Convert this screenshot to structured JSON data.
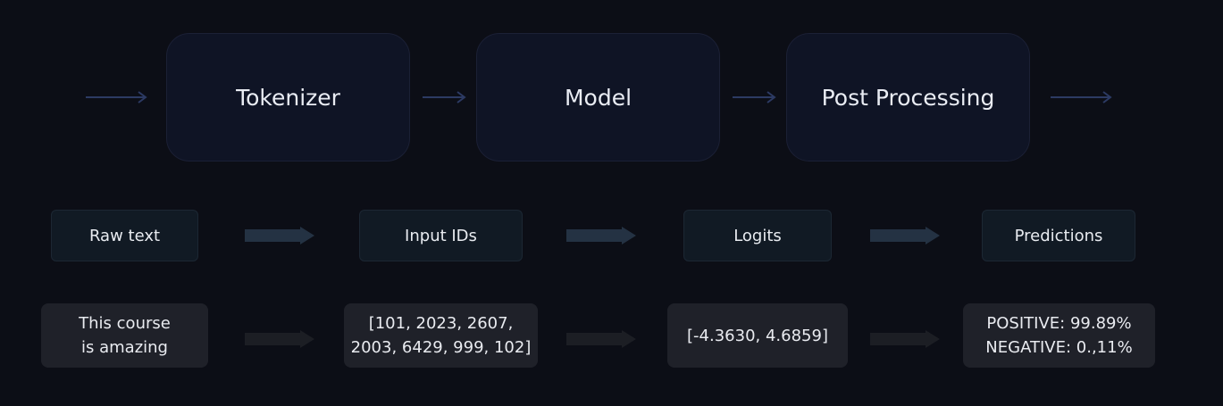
{
  "colors": {
    "background": "#0c0e16",
    "stage_fill": "#0f1425",
    "line_arrow": "#2c3a63",
    "block_arrow_blue": "#243243",
    "block_arrow_dark": "#1c1e24"
  },
  "pipeline": {
    "stages": [
      {
        "label": "Tokenizer"
      },
      {
        "label": "Model"
      },
      {
        "label": "Post Processing"
      }
    ]
  },
  "data_types": {
    "items": [
      {
        "label": "Raw text"
      },
      {
        "label": "Input IDs"
      },
      {
        "label": "Logits"
      },
      {
        "label": "Predictions"
      }
    ]
  },
  "examples": {
    "items": [
      {
        "text": "This course\nis amazing"
      },
      {
        "text": "[101, 2023, 2607,\n2003, 6429, 999, 102]"
      },
      {
        "text": "[-4.3630, 4.6859]"
      },
      {
        "text": "POSITIVE: 99.89%\nNEGATIVE: 0.,11%"
      }
    ]
  }
}
